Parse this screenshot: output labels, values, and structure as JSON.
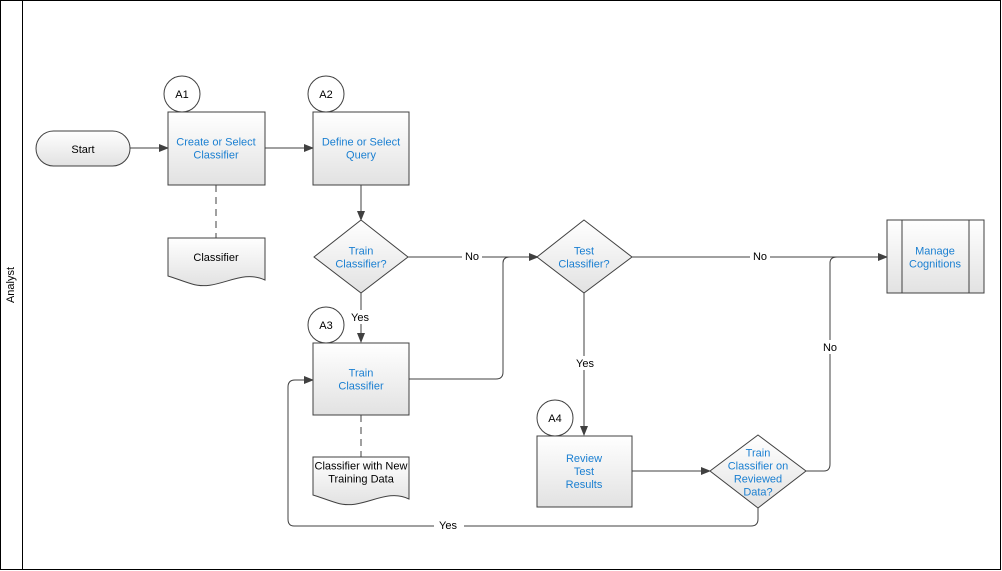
{
  "lane": {
    "label": "Analyst"
  },
  "colors": {
    "link_text": "#1a7fd1",
    "shape_fill_top": "#ffffff",
    "shape_fill_bottom": "#e2e2e2",
    "stroke": "#404040"
  },
  "nodes": {
    "start": {
      "lines": [
        "Start"
      ]
    },
    "a1_badge": {
      "lines": [
        "A1"
      ]
    },
    "a1": {
      "lines": [
        "Create or Select",
        "Classifier"
      ]
    },
    "a2_badge": {
      "lines": [
        "A2"
      ]
    },
    "a2": {
      "lines": [
        "Define or Select",
        "Query"
      ]
    },
    "classifier_doc": {
      "lines": [
        "Classifier"
      ]
    },
    "train_decision": {
      "lines": [
        "Train",
        "Classifier?"
      ]
    },
    "a3_badge": {
      "lines": [
        "A3"
      ]
    },
    "a3": {
      "lines": [
        "Train",
        "Classifier"
      ]
    },
    "new_data_doc": {
      "lines": [
        "Classifier with New",
        "Training Data"
      ]
    },
    "test_decision": {
      "lines": [
        "Test",
        "Classifier?"
      ]
    },
    "a4_badge": {
      "lines": [
        "A4"
      ]
    },
    "a4": {
      "lines": [
        "Review",
        "Test",
        "Results"
      ]
    },
    "retrain_decision": {
      "lines": [
        "Train",
        "Classifier on",
        "Reviewed",
        "Data?"
      ]
    },
    "manage": {
      "lines": [
        "Manage",
        "Cognitions"
      ]
    }
  },
  "edge_labels": {
    "train_no": "No",
    "train_yes": "Yes",
    "test_no": "No",
    "test_yes": "Yes",
    "retrain_no": "No",
    "retrain_yes": "Yes"
  }
}
